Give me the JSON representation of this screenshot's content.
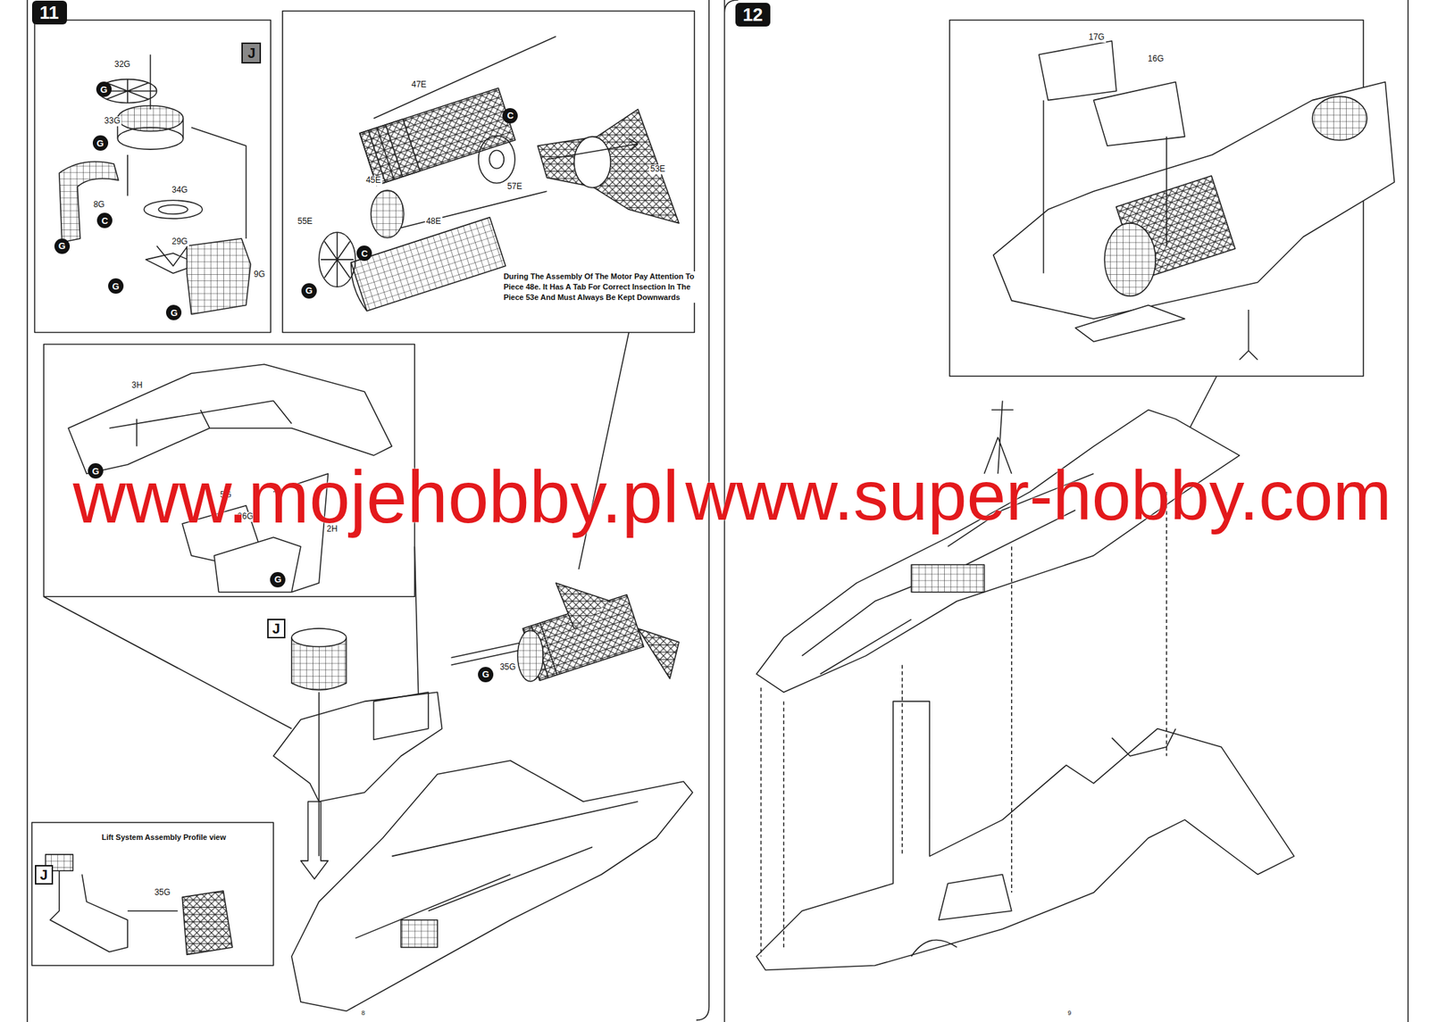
{
  "diagram": {
    "nodes": [
      {
        "text": [
          "11"
        ]
      },
      {
        "text": [
          "J"
        ]
      },
      {
        "text": [
          "G"
        ]
      },
      {
        "text": [
          "G"
        ]
      },
      {
        "text": [
          "C"
        ]
      },
      {
        "text": [
          "G"
        ]
      },
      {
        "text": [
          "G"
        ]
      },
      {
        "text": [
          "G"
        ]
      },
      {
        "text": [
          "C"
        ]
      },
      {
        "text": [
          "C"
        ]
      },
      {
        "text": [
          "G"
        ]
      },
      {
        "text": [
          "G"
        ]
      },
      {
        "text": [
          "G"
        ]
      },
      {
        "text": [
          "J"
        ]
      },
      {
        "text": [
          "G"
        ]
      },
      {
        "text": [
          "J"
        ]
      },
      {
        "text": [
          "12"
        ]
      }
    ],
    "labels": [
      "32G",
      "33G",
      "34G",
      "8G",
      "29G",
      "9G",
      "47E",
      "45E",
      "55E",
      "48E",
      "57E",
      "53E",
      "During The Assembly Of The Motor Pay Attention To Piece 48e. It Has A Tab For Correct Insection In The Piece 53e And Must Always Be Kept Downwards",
      "3H",
      "5G",
      "26G",
      "2H",
      "35G",
      "Lift System Assembly Profile view",
      "35G",
      "17G",
      "16G",
      "www.mojehobby.pl",
      "www.super-hobby.com",
      "8",
      "9"
    ]
  }
}
